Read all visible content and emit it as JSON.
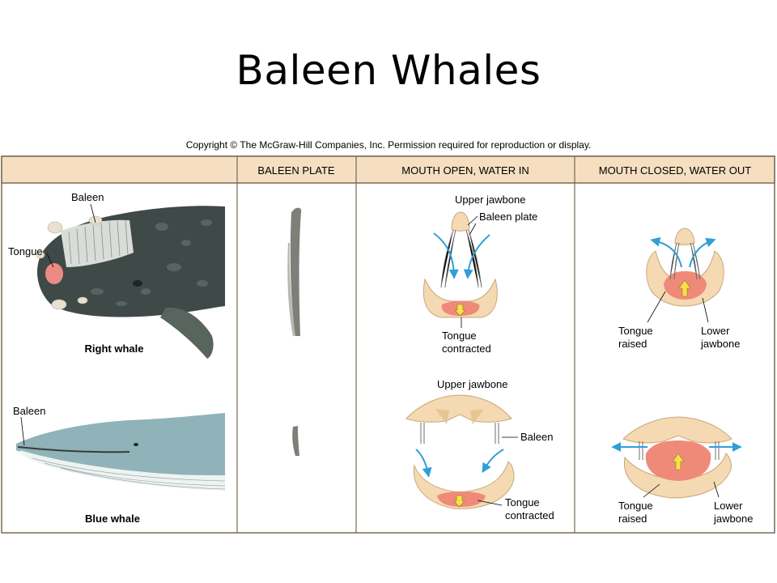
{
  "slide_title": "Baleen Whales",
  "copyright": "Copyright © The McGraw-Hill Companies, Inc. Permission required for reproduction or display.",
  "table": {
    "headers": [
      "",
      "BALEEN PLATE",
      "MOUTH OPEN, WATER IN",
      "MOUTH CLOSED, WATER OUT"
    ],
    "colors": {
      "header_bg": "#f5dfc0",
      "border": "#7a6a55",
      "skin_dark": "#3f4a48",
      "skin_blue": "#8fb3b8",
      "bone": "#f4d9b3",
      "tongue": "#f08a78",
      "arrow_blue": "#2e9fd8",
      "arrow_yellow": "#f7e04a"
    }
  },
  "right_whale": {
    "name": "Right whale",
    "labels": {
      "baleen": "Baleen",
      "tongue": "Tongue"
    }
  },
  "blue_whale": {
    "name": "Blue whale",
    "labels": {
      "baleen": "Baleen"
    }
  },
  "open_right": {
    "upper_jawbone": "Upper jawbone",
    "baleen_plate": "Baleen plate",
    "tongue_1": "Tongue",
    "tongue_2": "contracted"
  },
  "closed_right": {
    "tongue_1": "Tongue",
    "tongue_2": "raised",
    "lower_1": "Lower",
    "lower_2": "jawbone"
  },
  "open_blue": {
    "upper_jawbone": "Upper jawbone",
    "baleen": "Baleen",
    "tongue_1": "Tongue",
    "tongue_2": "contracted"
  },
  "closed_blue": {
    "tongue_1": "Tongue",
    "tongue_2": "raised",
    "lower_1": "Lower",
    "lower_2": "jawbone"
  }
}
